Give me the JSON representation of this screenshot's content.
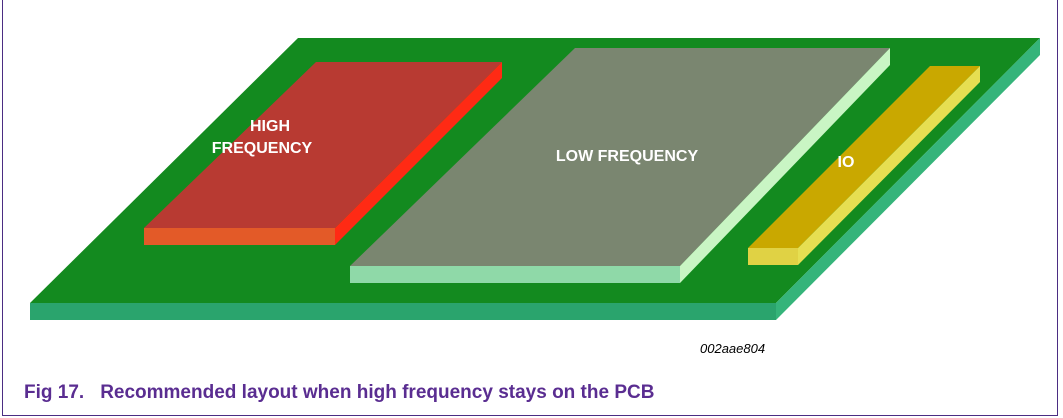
{
  "diagram": {
    "regions": {
      "high_frequency": {
        "line1": "HIGH",
        "line2": "FREQUENCY"
      },
      "low_frequency": {
        "label": "LOW FREQUENCY"
      },
      "io": {
        "label": "IO"
      }
    },
    "figure_id": "002aae804",
    "caption": {
      "number": "Fig 17.",
      "text": "Recommended layout when high frequency stays on the PCB"
    },
    "colors": {
      "pcb_top": "#138a1f",
      "pcb_edge": "#2aa46d",
      "high_frequency_top": "#b83a32",
      "high_frequency_edge": "#e35a28",
      "low_frequency_top": "#7a8670",
      "low_frequency_edge": "#8fd9a8",
      "io_top": "#c9a800",
      "io_edge": "#e0d244",
      "caption": "#5a2d91"
    }
  }
}
